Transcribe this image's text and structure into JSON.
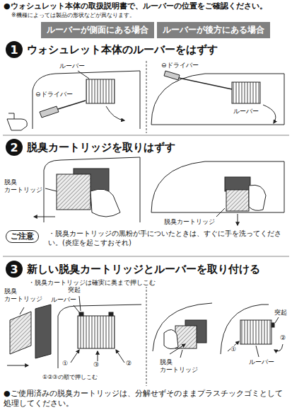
{
  "diagram": {
    "nodes": [
      {
        "text": [
          "ルーバーが側面にある場合"
        ]
      },
      {
        "text": [
          "ルーバーが後方にある場合"
        ]
      },
      {
        "text": [
          "1",
          "ウォシュレット本体のルーバーをはずす"
        ]
      },
      {
        "text": [
          "2",
          "脱臭カートリッジを取りはずす"
        ]
      },
      {
        "text": [
          "ご注意"
        ]
      },
      {
        "text": [
          "3",
          "新しい脱臭カートリッジとルーバーを取り付ける"
        ]
      }
    ],
    "labels": [
      "●ウォシュレット本体の取扱説明書で、ルーバーの位置をご確認ください。",
      "※機種によっては製品の形状などが異なります。",
      "ルーバー",
      "⊖ドライバー",
      "⊖ドライバー",
      "ルーバー",
      "脱臭 カートリッジ",
      "脱臭カートリッジ",
      "・脱臭カートリッジの黒粉が手についたときは、すぐに手を洗ってください。(炎症を起こすおそれ)",
      "・脱臭カートリッジは確実に奥まで押しこむ",
      "脱臭 カートリッジ",
      "突起",
      "ルーバー",
      "①",
      "②",
      "③",
      "①②③の順で押しこむ",
      "脱臭 カートリッジ",
      "突起",
      "ルーバー",
      "①",
      "②",
      "●ご使用済みの脱臭カートリッジは、分解せずそのままプラスチックゴミとして処理してください。"
    ]
  }
}
